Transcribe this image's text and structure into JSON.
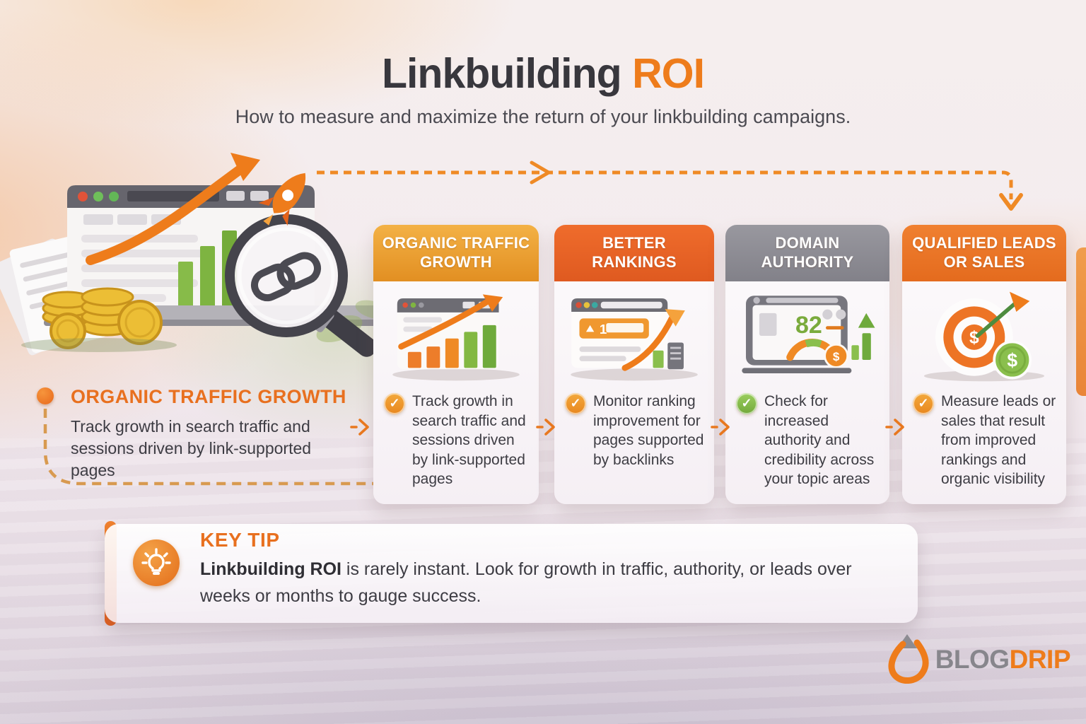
{
  "header": {
    "title_main": "Linkbuilding",
    "title_accent": "ROI",
    "subtitle": "How to measure and maximize the return of your linkbuilding campaigns."
  },
  "callout": {
    "title": "ORGANIC TRAFFIC GROWTH",
    "body": "Track growth in search traffic and sessions driven by link-supported pages"
  },
  "cards": [
    {
      "title": "ORGANIC TRAFFIC GROWTH",
      "body": "Track growth in search traffic and sessions driven by link-supported pages",
      "header_color": "#eda13a",
      "check_color": "#f09a28",
      "illustration": "browser-bar-chart-growth-arrow"
    },
    {
      "title": "BETTER RANKINGS",
      "body": "Monitor ranking improvement for pages supported by backlinks",
      "header_color": "#e55f26",
      "check_color": "#f09a28",
      "illustration": "browser-rank-one-arrow",
      "rank": "1"
    },
    {
      "title": "DOMAIN AUTHORITY",
      "body": "Check for increased authority and credibility across your topic areas",
      "header_color": "#8e8d95",
      "check_color": "#8bc34a",
      "illustration": "laptop-authority-score-gauge",
      "score": "82"
    },
    {
      "title": "QUALIFIED LEADS OR SALES",
      "body": "Measure leads or sales that result from improved rankings and organic visibility",
      "header_color": "#ec7527",
      "check_color": "#f09a28",
      "illustration": "target-dollar-dart-coin"
    }
  ],
  "key_tip": {
    "label": "KEY TIP",
    "lead": "Linkbuilding ROI",
    "rest": " is rarely instant. Look for growth in traffic, authority, or leads over weeks or months to gauge success."
  },
  "brand": {
    "gray": "BLOG",
    "accent": "DRIP"
  },
  "icons": {
    "check": "✓",
    "dollar": "$",
    "lightbulb": "lightbulb-icon",
    "rocket": "rocket-icon",
    "magnifier_link": "magnifier-link-icon"
  },
  "colors": {
    "accent_orange": "#ee7c1b",
    "amber_header": "#eda13a",
    "deep_orange_header": "#e55f26",
    "gray_header": "#8e8d95",
    "orange_header": "#ec7527",
    "green": "#7fb541",
    "text_dark": "#3d3c43",
    "callout_orange": "#e8701f"
  }
}
